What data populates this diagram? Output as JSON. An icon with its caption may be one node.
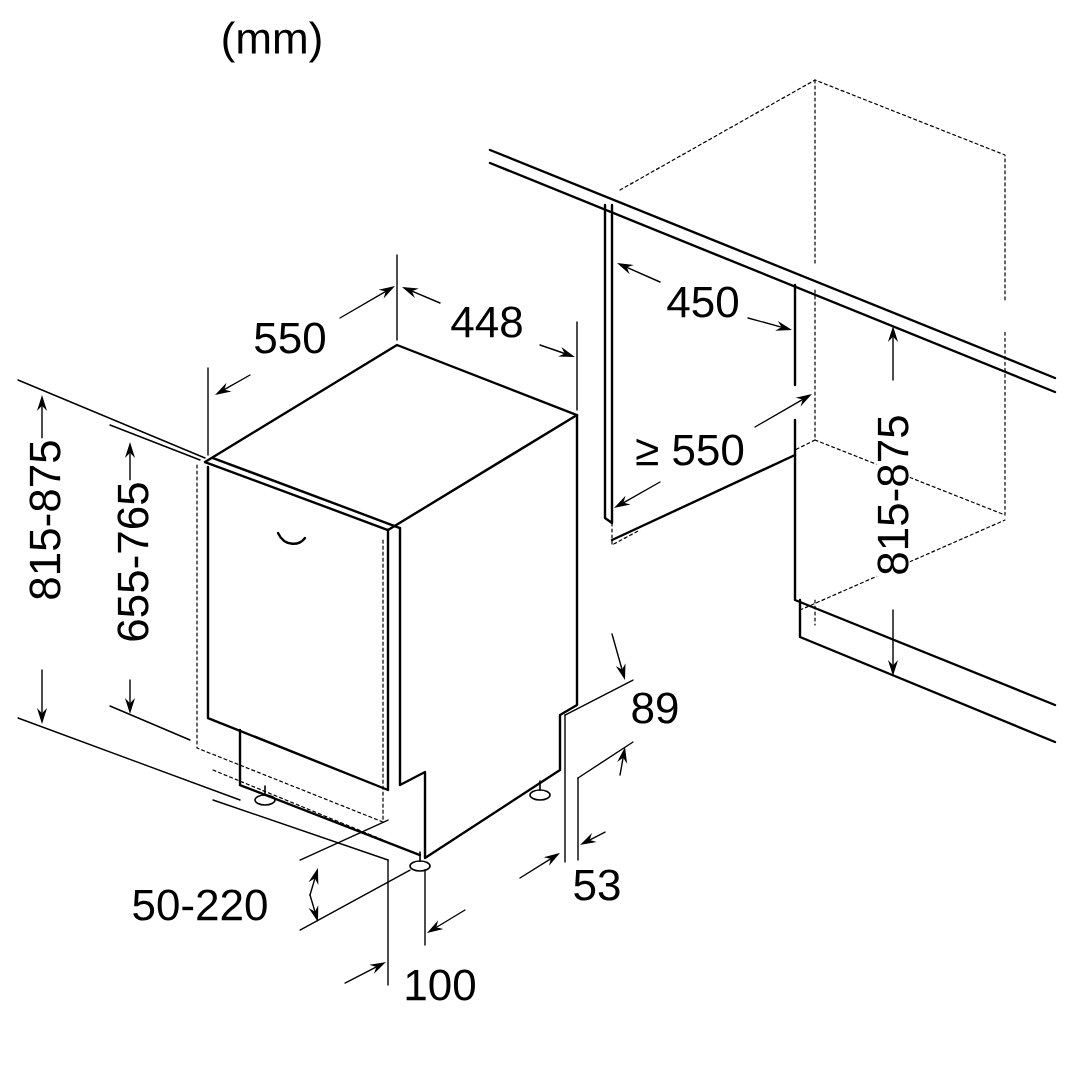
{
  "diagram": {
    "labels": [
      "(mm)",
      "450",
      "448",
      "550",
      "≥ 550",
      "815-875",
      "815-875",
      "655-765",
      "89",
      "53",
      "50-220",
      "100"
    ]
  }
}
